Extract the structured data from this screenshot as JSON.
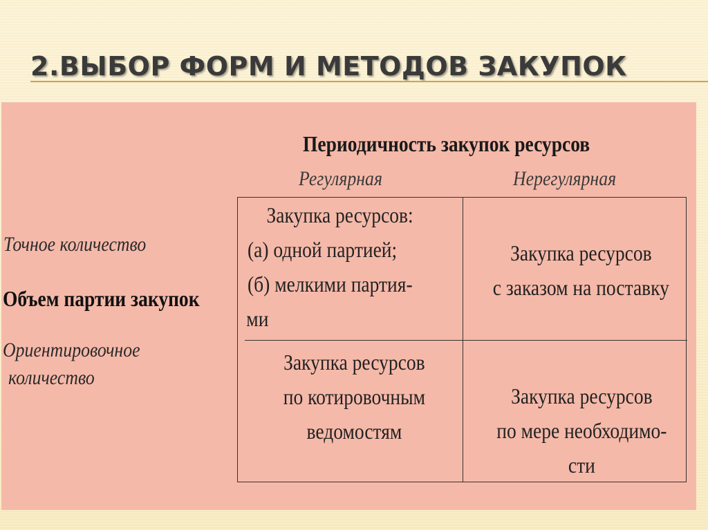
{
  "slide": {
    "title": "2.ВЫБОР ФОРМ И МЕТОДОВ ЗАКУПОК"
  },
  "matrix": {
    "header": "Периодичность закупок ресурсов",
    "columns": [
      "Регулярная",
      "Нерегулярная"
    ],
    "rows_axis_label": "Объем партии закупок",
    "row_labels": {
      "exact": "Точное количество",
      "approx_line1": "Ориентировочное",
      "approx_line2": "количество"
    },
    "cells": {
      "exact_regular": [
        "Закупка ресурсов:",
        "(а) одной партией;",
        "(б) мелкими партия-",
        "ми"
      ],
      "exact_irregular": [
        "Закупка ресурсов",
        "с заказом на поставку"
      ],
      "approx_regular": [
        "Закупка ресурсов",
        "по котировочным",
        "ведомостям"
      ],
      "approx_irregular": [
        "Закупка ресурсов",
        "по мере необходимо-",
        "сти"
      ]
    }
  }
}
